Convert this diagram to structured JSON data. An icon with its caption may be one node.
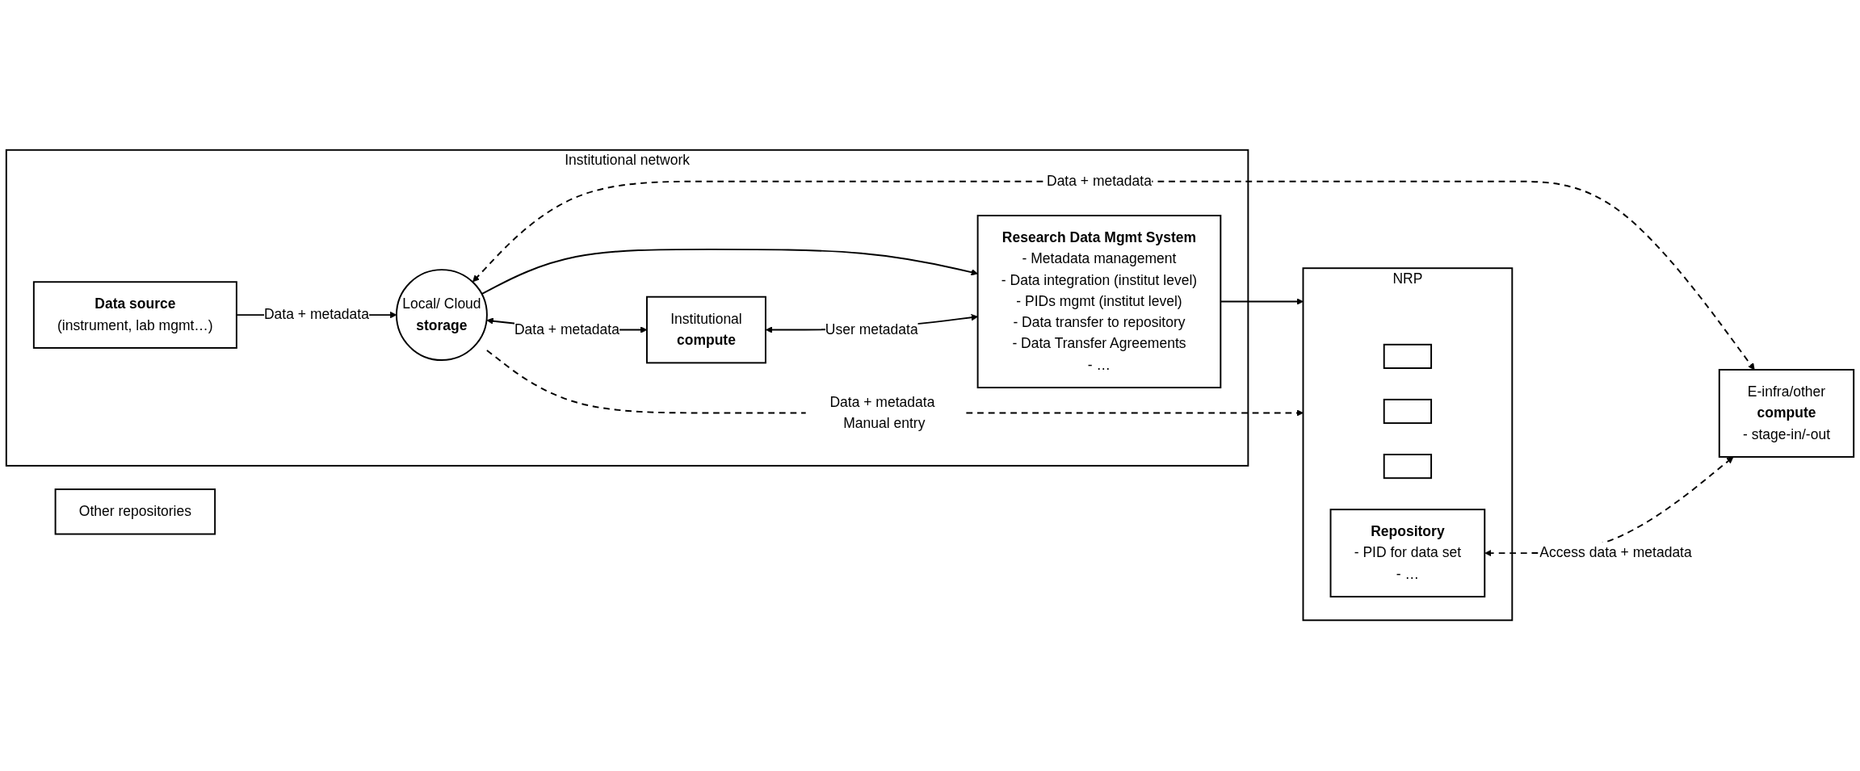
{
  "diagram": {
    "nodes": [
      {
        "text": [
          "Institutional network"
        ]
      },
      {
        "text": [
          "Data source",
          "(instrument, lab mgmt…)"
        ],
        "in": 0
      },
      {
        "text": [
          "Local/ Cloud",
          "storage"
        ],
        "in": 0
      },
      {
        "text": [
          "Research Data Mgmt System",
          "- Metadata management",
          "- Data integration (institut level)",
          "- PIDs mgmt (institut level)",
          "- Data transfer to repository",
          "- Data Transfer Agreements",
          "- …"
        ],
        "in": 0
      },
      {
        "text": [
          "Institutional",
          "compute"
        ],
        "in": 0
      },
      {
        "text": [
          "NRP"
        ]
      },
      {
        "text": [],
        "shape": "box",
        "in": 5
      },
      {
        "text": [],
        "shape": "box",
        "in": 5
      },
      {
        "text": [],
        "shape": "box",
        "in": 5
      },
      {
        "text": [
          "Repository",
          "- PID for data set",
          "- …"
        ],
        "in": 5
      },
      {
        "text": [
          "E-infra/other",
          "compute",
          "- stage-in/-out"
        ]
      },
      {
        "text": [
          "Other repositories"
        ]
      }
    ],
    "edges": [
      {
        "from": 1,
        "to": 2,
        "arrow": "to",
        "label": "Data + metadata"
      },
      {
        "from": 2,
        "to": 3,
        "arrow": "to"
      },
      {
        "from": 3,
        "to": 5,
        "arrow": "to"
      },
      {
        "from": 2,
        "to": 5,
        "arrow": "to",
        "style": "dashed",
        "label": "Data + metadata Manual entry"
      },
      {
        "from": 2,
        "to": 4,
        "arrow": "both",
        "label": "Data + metadata"
      },
      {
        "from": 4,
        "to": 3,
        "arrow": "both",
        "label": "User metadata"
      },
      {
        "from": 2,
        "to": 10,
        "arrow": "both",
        "style": "dashed",
        "label": "Data + metadata"
      },
      {
        "from": 9,
        "to": 10,
        "arrow": "both",
        "style": "dashed",
        "label": "Access data + metadata"
      }
    ]
  }
}
